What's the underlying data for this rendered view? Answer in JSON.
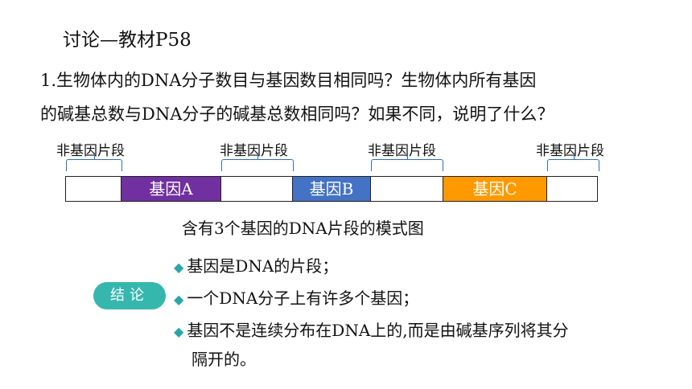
{
  "title": "讨论—教材P58",
  "question": {
    "line1": "1.生物体内的DNA分子数目与基因数目相同吗？生物体内所有基因",
    "line2": "的碱基总数与DNA分子的碱基总数相同吗？如果不同，说明了什么？"
  },
  "diagram": {
    "segment_labels": [
      "非基因片段",
      "非基因片段",
      "非基因片段",
      "非基因片段"
    ],
    "genes": [
      {
        "label": "基因A",
        "color": "#7030a0"
      },
      {
        "label": "基因B",
        "color": "#4472c4"
      },
      {
        "label": "基因C",
        "color": "#ff9900"
      }
    ],
    "caption": "含有3个基因的DNA片段的模式图"
  },
  "conclusion": {
    "badge": "结论",
    "badge_color": "#36b7ad",
    "bullet_icon": "diamond-icon",
    "points": [
      "基因是DNA的片段；",
      "一个DNA分子上有许多个基因；",
      "基因不是连续分布在DNA上的,而是由碱基序列将其分"
    ],
    "point3_cont": "隔开的。"
  }
}
